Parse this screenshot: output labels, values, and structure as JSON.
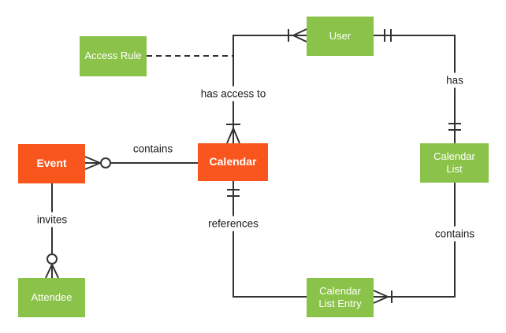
{
  "colors": {
    "entity-orange": "#F9561D",
    "entity-green": "#8BC34A",
    "connector": "#333333",
    "label-text": "#1A1A1A",
    "background": "#FFFFFF",
    "entity-text": "#FFFFFF"
  },
  "entities": {
    "event": {
      "label": "Event",
      "color": "orange"
    },
    "calendar": {
      "label": "Calendar",
      "color": "orange"
    },
    "access_rule": {
      "label": "Access Rule",
      "color": "green"
    },
    "user": {
      "label": "User",
      "color": "green"
    },
    "calendar_list": {
      "label": "Calendar List",
      "color": "green"
    },
    "attendee": {
      "label": "Attendee",
      "color": "green"
    },
    "calendar_list_entry": {
      "label": "Calendar List Entry",
      "color": "green"
    }
  },
  "relationships": {
    "contains_event": {
      "label": "contains",
      "from": "Calendar",
      "to": "Event",
      "to_cardinality": "zero or many"
    },
    "has_access_to": {
      "label": "has access to",
      "from": "Calendar",
      "to": "User",
      "from_cardinality": "one or many",
      "to_cardinality": "one or many",
      "associated_entity": "Access Rule",
      "association_style": "dashed"
    },
    "has": {
      "label": "has",
      "from": "User",
      "to": "Calendar List",
      "from_cardinality": "exactly one",
      "to_cardinality": "exactly one"
    },
    "invites": {
      "label": "invites",
      "from": "Event",
      "to": "Attendee",
      "to_cardinality": "zero or many"
    },
    "references": {
      "label": "references",
      "from": "Calendar List Entry",
      "to": "Calendar",
      "to_cardinality": "exactly one"
    },
    "contains_list": {
      "label": "contains",
      "from": "Calendar List",
      "to": "Calendar List Entry",
      "to_cardinality": "one or many"
    }
  }
}
